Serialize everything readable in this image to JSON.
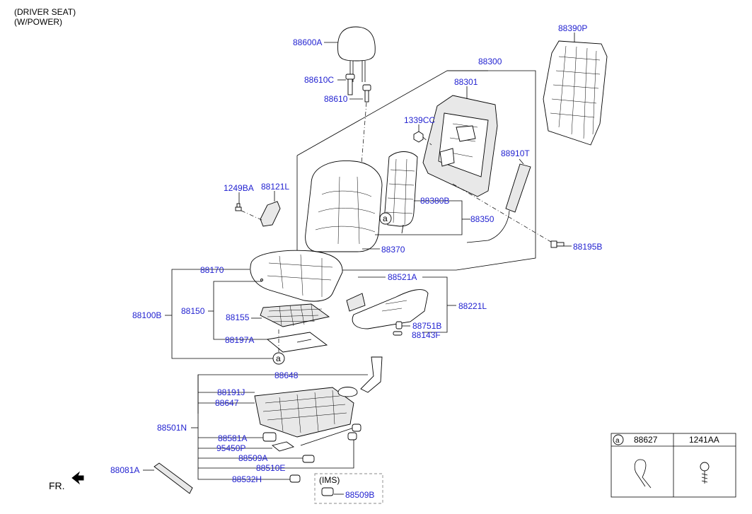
{
  "header": {
    "line1": "(DRIVER SEAT)",
    "line2": "(W/POWER)"
  },
  "parts": {
    "p88600A": "88600A",
    "p88610C": "88610C",
    "p88610": "88610",
    "p88300": "88300",
    "p88301": "88301",
    "p1339CC": "1339CC",
    "p88910T": "88910T",
    "p88390P": "88390P",
    "p1249BA": "1249BA",
    "p88121L": "88121L",
    "p88380B": "88380B",
    "p88350": "88350",
    "p88370": "88370",
    "p88195B": "88195B",
    "p88170": "88170",
    "p88150": "88150",
    "p88155": "88155",
    "p88100B": "88100B",
    "p88197A": "88197A",
    "p88521A": "88521A",
    "p88221L": "88221L",
    "p88751B": "88751B",
    "p88143F": "88143F",
    "p88648": "88648",
    "p88191J": "88191J",
    "p88647": "88647",
    "p88501N": "88501N",
    "p88581A": "88581A",
    "p95450P": "95450P",
    "p88509A": "88509A",
    "p88510E": "88510E",
    "p88532H": "88532H",
    "p88081A": "88081A",
    "p88509B": "88509B"
  },
  "callout_a": "a",
  "ims_label": "(IMS)",
  "fr_label": "FR.",
  "legend": {
    "circle": "a",
    "col1": "88627",
    "col2": "1241AA"
  }
}
